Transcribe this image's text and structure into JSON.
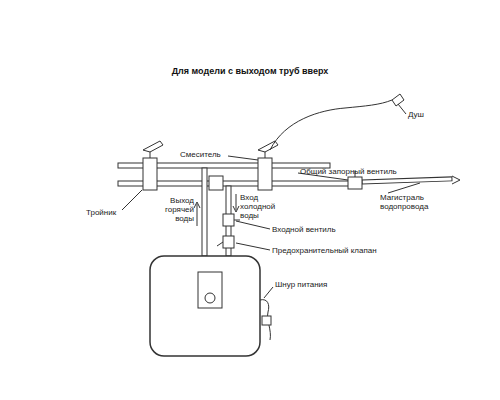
{
  "diagram": {
    "title": "Для модели с выходом труб вверх",
    "labels": [
      "Душ",
      "Смеситель",
      "Общий запорный вентиль",
      "Магистраль водопровода",
      "Тройник",
      "Выход горячей воды",
      "Вход холодной воды",
      "Входной вентиль",
      "Предохранительный клапан",
      "Шнур питания"
    ]
  }
}
